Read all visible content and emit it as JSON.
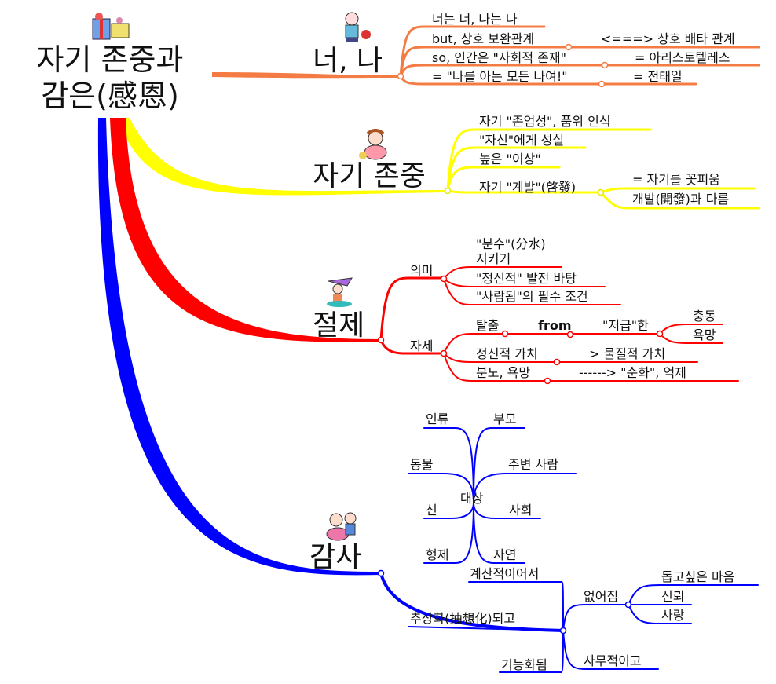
{
  "central": {
    "line1": "자기 존중과",
    "line2": "감은(感恩)"
  },
  "colors": {
    "orange": "#f47c44",
    "yellow": "#ffff00",
    "red": "#ff0000",
    "blue": "#0000ff"
  },
  "branches": {
    "you_me": {
      "label": "너, 나",
      "items": [
        "너는 너, 나는 나",
        "but, 상호 보완관계",
        "<===> 상호 배타 관계",
        "so, 인간은 \"사회적 존재\"",
        "= 아리스토텔레스",
        "= \"나를 아는 모든 나여!\"",
        "= 전태일"
      ]
    },
    "self_respect": {
      "label": "자기 존중",
      "items": [
        "자기 \"존엄성\", 품위 인식",
        "\"자신\"에게 성실",
        "높은 \"이상\"",
        "자기 \"계발\"(啓發)",
        "= 자기를 꽃피움",
        "개발(開發)과 다름"
      ]
    },
    "temperance": {
      "label": "절제",
      "meaning": {
        "label": "의미",
        "items": [
          "\"분수\"(分水)",
          "지키기",
          "\"정신적\" 발전 바탕",
          "\"사람됨\"의 필수 조건"
        ]
      },
      "attitude": {
        "label": "자세",
        "items": [
          "탈출",
          "from",
          "\"저급\"한",
          "충동",
          "욕망",
          "정신적 가치",
          ">   물질적 가치",
          "분노, 욕망",
          "------> \"순화\", 억제"
        ]
      }
    },
    "gratitude": {
      "label": "감사",
      "target": {
        "label": "대상",
        "items": [
          "인류",
          "부모",
          "동물",
          "주변 사람",
          "신",
          "사회",
          "형제",
          "자연"
        ]
      },
      "items": [
        "계산적이어서",
        "추상화(抽想化)되고",
        "기능화됨",
        "없어짐",
        "사무적이고",
        "돕고싶은 마음",
        "신뢰",
        "사랑"
      ]
    }
  }
}
